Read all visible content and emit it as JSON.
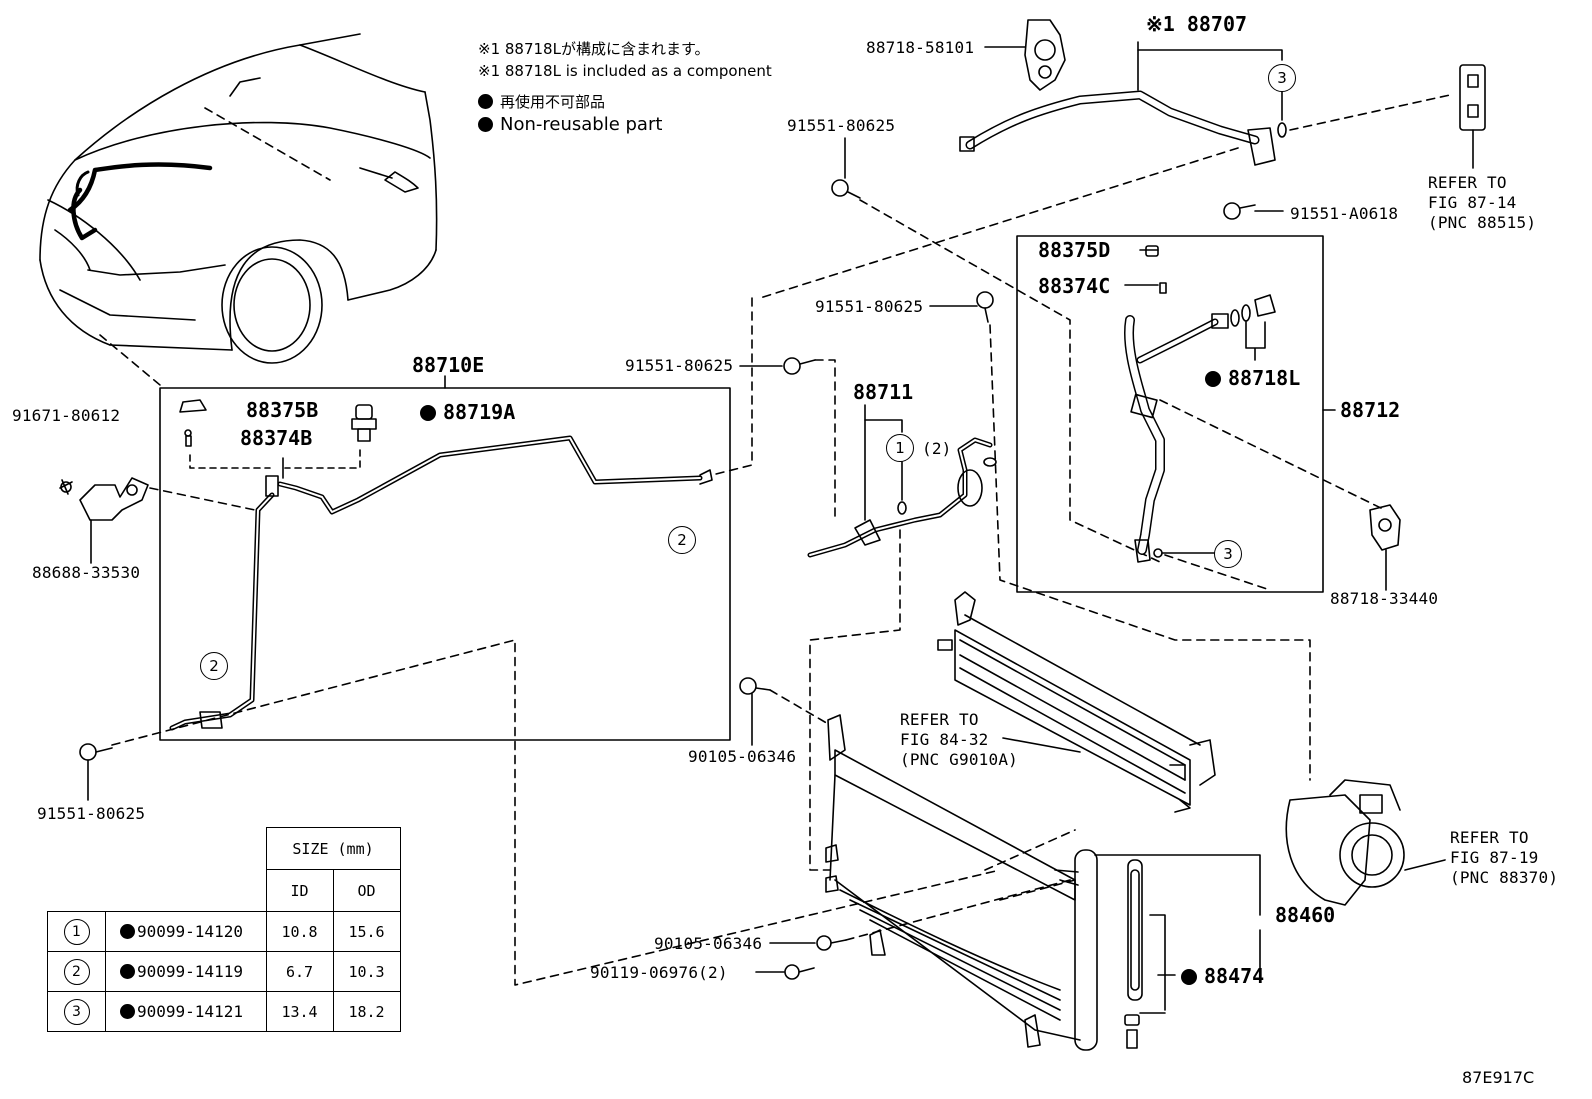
{
  "notes": {
    "line1": "※1 88718Lが構成に含まれます。",
    "line2": "※1 88718L is included as a component",
    "line3": "再使用不可部品",
    "line4": "Non-reusable part"
  },
  "labels": {
    "p88718_58101": "88718-58101",
    "p88707": "※1 88707",
    "p91551_80625_a": "91551-80625",
    "p91551_A0618": "91551-A0618",
    "ref_87_14_l1": "REFER TO",
    "ref_87_14_l2": "FIG 87-14",
    "ref_87_14_l3": "(PNC 88515)",
    "p88375D": "88375D",
    "p88374C": "88374C",
    "p91551_80625_b": "91551-80625",
    "p88718L": "88718L",
    "p88712": "88712",
    "p91551_80625_c": "91551-80625",
    "p88710E": "88710E",
    "p88375B": "88375B",
    "p88719A": "88719A",
    "p88374B": "88374B",
    "p88711": "88711",
    "p_ring_qty": "(2)",
    "p91671_80612": "91671-80612",
    "p88688_33530": "88688-33530",
    "p88718_33440": "88718-33440",
    "ref_84_32_l1": "REFER TO",
    "ref_84_32_l2": "FIG 84-32",
    "ref_84_32_l3": "(PNC G9010A)",
    "p90105_06346_a": "90105-06346",
    "p91551_80625_d": "91551-80625",
    "ref_87_19_l1": "REFER TO",
    "ref_87_19_l2": "FIG 87-19",
    "ref_87_19_l3": "(PNC 88370)",
    "p88460": "88460",
    "p90105_06346_b": "90105-06346",
    "p90119_06976": "90119-06976(2)",
    "p88474": "88474",
    "fig_code": "87E917C"
  },
  "callouts": {
    "c1": "1",
    "c2": "2",
    "c3": "3"
  },
  "size_table": {
    "header": "SIZE (mm)",
    "col_id": "ID",
    "col_od": "OD",
    "rows": [
      {
        "symbol": "1",
        "part": "90099-14120",
        "id": "10.8",
        "od": "15.6"
      },
      {
        "symbol": "2",
        "part": "90099-14119",
        "id": "6.7",
        "od": "10.3"
      },
      {
        "symbol": "3",
        "part": "90099-14121",
        "id": "13.4",
        "od": "18.2"
      }
    ]
  }
}
